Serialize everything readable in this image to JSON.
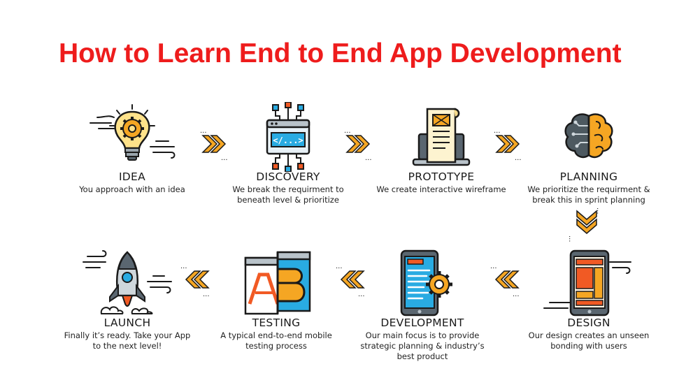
{
  "title": "How to Learn End to End App Development",
  "colors": {
    "title": "#ee1c1c",
    "arrow": "#f5a623",
    "accent_orange": "#f15a24",
    "accent_yellow": "#ffc20e",
    "accent_blue": "#29abe2",
    "outline": "#1a1a1a"
  },
  "steps": [
    {
      "label": "IDEA",
      "desc": [
        "You approach with an idea"
      ],
      "icon": "lightbulb-gear-icon"
    },
    {
      "label": "DISCOVERY",
      "desc": [
        "We break the requirment to",
        "beneath level & prioritize"
      ],
      "icon": "code-network-icon"
    },
    {
      "label": "PROTOTYPE",
      "desc": [
        "We create interactive wireframe"
      ],
      "icon": "laptop-wireframe-icon"
    },
    {
      "label": "PLANNING",
      "desc": [
        "We prioritize the requirment &",
        "break this in sprint planning"
      ],
      "icon": "brain-circuit-icon"
    },
    {
      "label": "DESIGN",
      "desc": [
        "Our design creates an unseen",
        "bonding with users"
      ],
      "icon": "phone-layout-icon"
    },
    {
      "label": "DEVELOPMENT",
      "desc": [
        "Our main focus is to provide",
        "strategic planning & industry’s",
        "best product"
      ],
      "icon": "tablet-gear-icon"
    },
    {
      "label": "TESTING",
      "desc": [
        "A typical end-to-end mobile",
        "testing process"
      ],
      "icon": "ab-test-icon"
    },
    {
      "label": "LAUNCH",
      "desc": [
        "Finally it’s ready. Take your App",
        "to the next level!"
      ],
      "icon": "rocket-icon"
    }
  ]
}
